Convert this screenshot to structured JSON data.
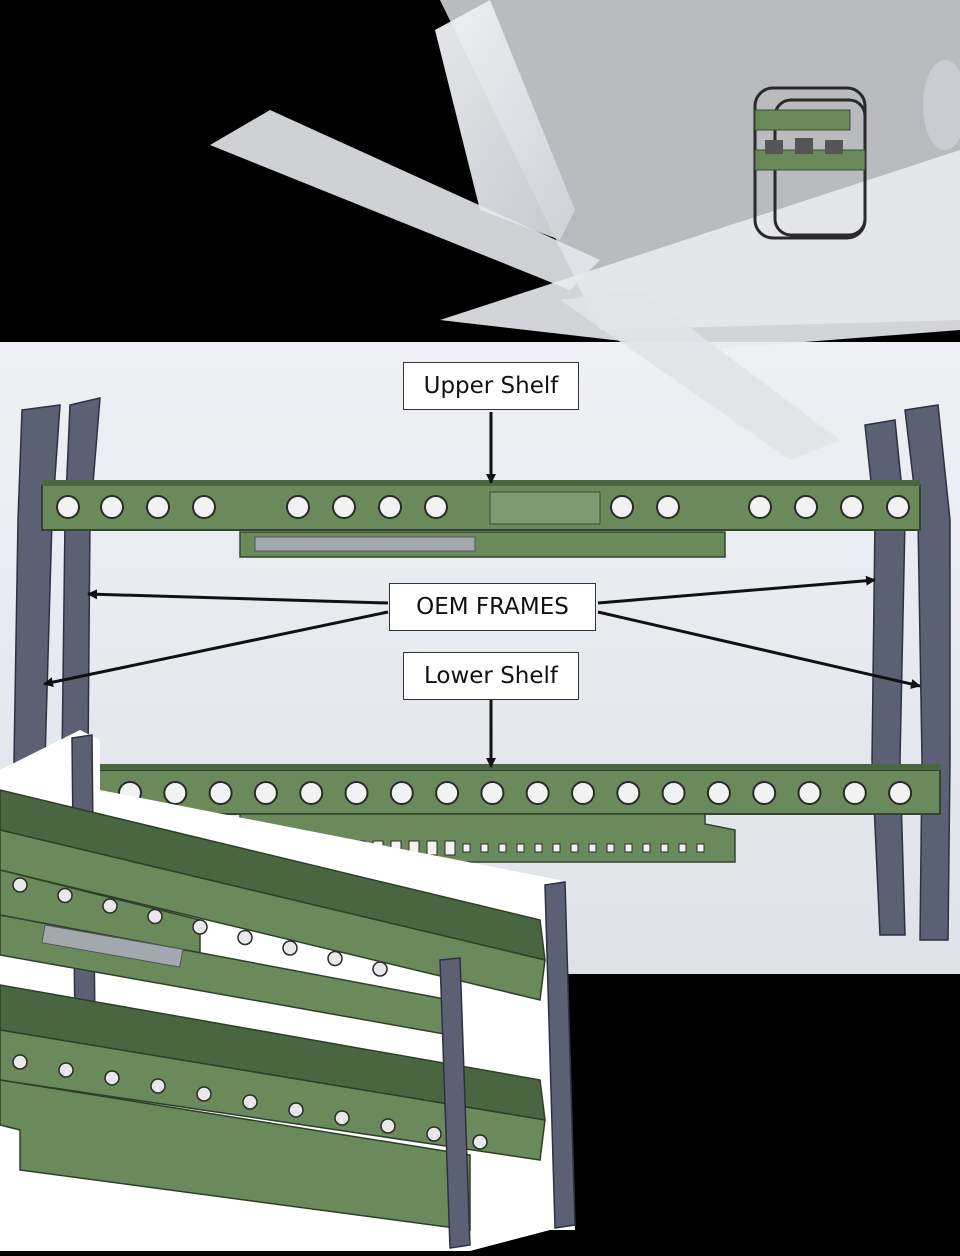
{
  "labels": {
    "upper_shelf": "Upper Shelf",
    "oem_frames": "OEM FRAMES",
    "lower_shelf": "Lower Shelf"
  },
  "colors": {
    "background": "#000000",
    "panel_background": "#e7eaee",
    "shelf_green": "#6a8a5c",
    "shelf_green_dark": "#4a6640",
    "frame_gray": "#5c6075",
    "aircraft_white": "#e4e6ea",
    "arrow": "#111111",
    "outline_white": "#ffffff"
  },
  "icons": {
    "aircraft": "aircraft-tail-icon",
    "upper_shelf": "upper-shelf-beam",
    "lower_shelf": "lower-shelf-beam",
    "frames": "oem-frame-icon",
    "isometric_rack": "isometric-rack-icon"
  }
}
